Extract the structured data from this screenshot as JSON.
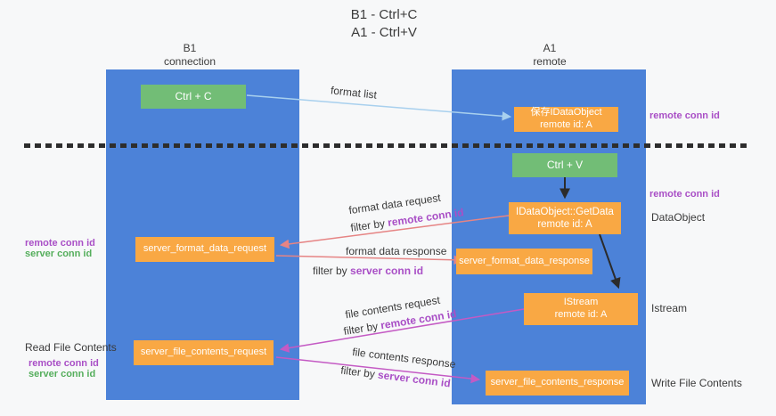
{
  "title": {
    "line1": "B1 - Ctrl+C",
    "line2": "A1 - Ctrl+V"
  },
  "lanes": {
    "left": {
      "name": "B1",
      "subtitle": "connection"
    },
    "right": {
      "name": "A1",
      "subtitle": "remote"
    }
  },
  "nodes": {
    "ctrl_c": {
      "label": "Ctrl + C"
    },
    "ctrl_v": {
      "label": "Ctrl + V"
    },
    "save_idataobject": {
      "line1": "保存IDataObject",
      "line2": "remote id: A"
    },
    "getdata": {
      "line1": "IDataObject::GetData",
      "line2": "remote id: A"
    },
    "istream": {
      "line1": "IStream",
      "line2": "remote id: A"
    },
    "server_format_data_request": {
      "label": "server_format_data_request"
    },
    "server_format_data_response": {
      "label": "server_format_data_response"
    },
    "server_file_contents_request": {
      "label": "server_file_contents_request"
    },
    "server_file_contents_response": {
      "label": "server_file_contents_response"
    }
  },
  "edge_labels": {
    "format_list": "format list",
    "format_data_request": "format data request",
    "format_data_response": "format data response",
    "file_contents_request": "file contents request",
    "file_contents_response": "file contents response",
    "filter_by": "filter by ",
    "remote_conn_id": "remote conn id",
    "server_conn_id": "server conn id"
  },
  "side_labels": {
    "right_remote_conn_top": "remote conn id",
    "right_remote_conn_mid": "remote conn id",
    "dataobject": "DataObject",
    "istream": "Istream",
    "write_file_contents": "Write File Contents",
    "left_remote_conn_format": "remote conn id",
    "left_server_conn_format": "server conn id",
    "read_file_contents": "Read File Contents",
    "left_remote_conn_file": "remote conn id",
    "left_server_conn_file": "server conn id"
  },
  "colors": {
    "background": "#f7f8f9",
    "lane_blue": "#4c82d8",
    "node_green": "#72bd76",
    "node_orange": "#f9a844",
    "dash_black": "#2d2d2d",
    "label_purple": "#a94fc6",
    "label_green": "#55ae5c",
    "arrow_lightblue": "#a8d0ee",
    "arrow_salmon": "#e68484",
    "arrow_magenta": "#c45ac4",
    "arrow_black": "#2b2b2b"
  }
}
